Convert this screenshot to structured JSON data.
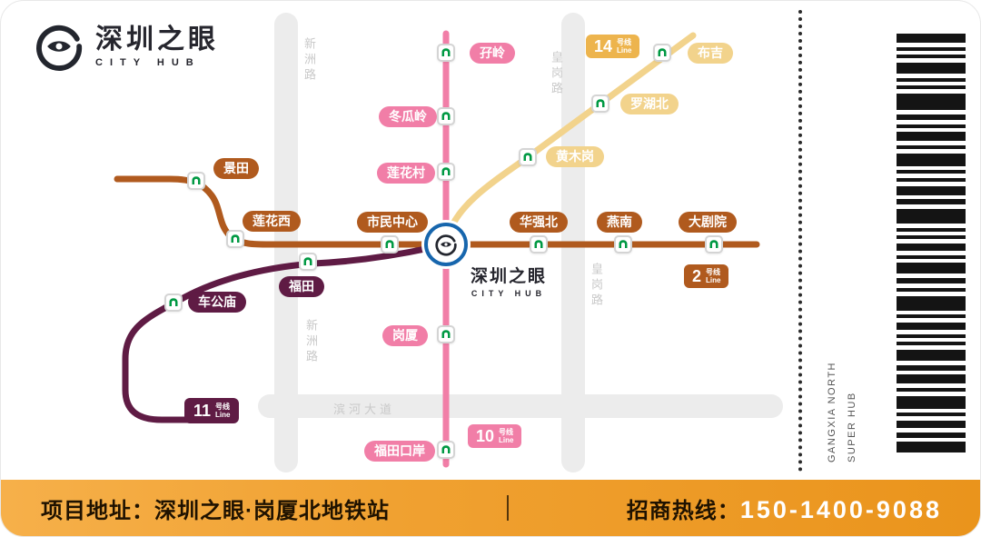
{
  "logo": {
    "title": "深圳之眼",
    "subtitle": "CITY HUB"
  },
  "hub": {
    "title": "深圳之眼",
    "subtitle": "CITY HUB"
  },
  "roads": {
    "xinzhou_top": "新洲路",
    "huanggang_top": "皇岗路",
    "huanggang_mid": "皇岗路",
    "xinzhou_bottom": "新洲路",
    "binhe": "滨河大道"
  },
  "lines": {
    "line2": {
      "badge": {
        "num": "2",
        "cn": "号线",
        "en": "Line"
      },
      "stations": [
        "景田",
        "莲花西",
        "市民中心",
        "华强北",
        "燕南",
        "大剧院"
      ]
    },
    "line10": {
      "badge": {
        "num": "10",
        "cn": "号线",
        "en": "Line"
      },
      "stations": [
        "孖岭",
        "冬瓜岭",
        "莲花村",
        "岗厦",
        "福田口岸"
      ]
    },
    "line11": {
      "badge": {
        "num": "11",
        "cn": "号线",
        "en": "Line"
      },
      "stations": [
        "车公庙",
        "福田"
      ]
    },
    "line14": {
      "badge": {
        "num": "14",
        "cn": "号线",
        "en": "Line"
      },
      "stations": [
        "布吉",
        "罗湖北",
        "黄木岗"
      ]
    }
  },
  "stub": {
    "line1": "GANGXIA NORTH",
    "line2": "SUPER HUB"
  },
  "footer": {
    "address_label": "项目地址：",
    "address": "深圳之眼·岗厦北地铁站",
    "hotline_label": "招商热线：",
    "phone": "150-1400-9088"
  },
  "colors": {
    "line2": "#b05a1e",
    "line10": "#f17ea7",
    "line11": "#5f1b44",
    "line14": "#f2d38c",
    "badge14": "#edb44d",
    "metro-green": "#009943",
    "hub-ring": "#1766ad",
    "footer-gold": "#f0a131",
    "ink": "#26262e"
  },
  "barcode": {
    "pattern": [
      10,
      4,
      4,
      12,
      4,
      4,
      18,
      6,
      4,
      10,
      4,
      14,
      4,
      4,
      10,
      6,
      16,
      4,
      4,
      8,
      4,
      12,
      6,
      4,
      16,
      4,
      8,
      4,
      4,
      12,
      6,
      10,
      4,
      14,
      4,
      8,
      6,
      12
    ]
  }
}
